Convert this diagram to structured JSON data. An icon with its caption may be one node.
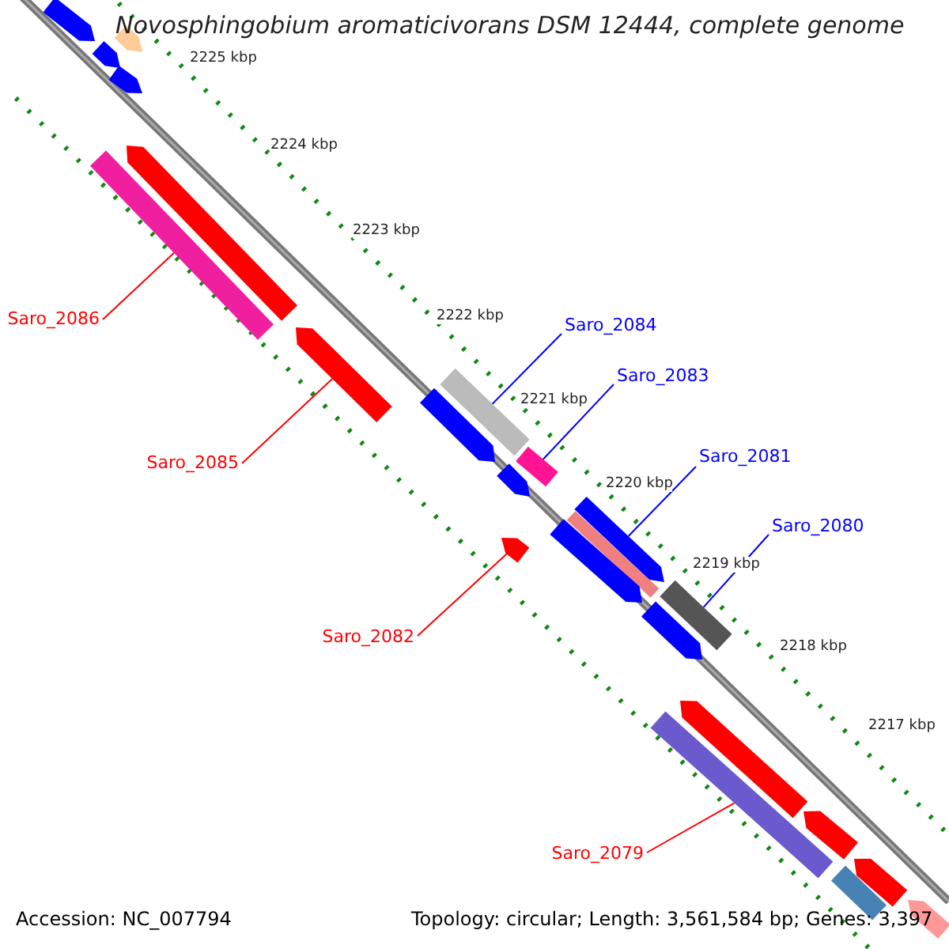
{
  "diagram": {
    "title": "Novosphingobium aromaticivorans DSM 12444, complete genome",
    "nodes": [
      {
        "text": [
          "Saro_2086"
        ]
      },
      {
        "text": [
          "Saro_2084"
        ]
      },
      {
        "text": [
          "Saro_2083"
        ]
      },
      {
        "text": [
          "Saro_2085"
        ]
      },
      {
        "text": [
          "Saro_2081"
        ]
      },
      {
        "text": [
          "Saro_2080"
        ]
      },
      {
        "text": [
          "Saro_2082"
        ]
      },
      {
        "text": [
          "Saro_2079"
        ]
      },
      {
        "text": [],
        "shape": "bar"
      },
      {
        "text": [],
        "shape": "bar"
      },
      {
        "text": [],
        "shape": "bar"
      },
      {
        "text": [],
        "shape": "arrow"
      },
      {
        "text": [],
        "shape": "arrow"
      },
      {
        "text": [],
        "shape": "bar"
      },
      {
        "text": [],
        "shape": "arrow"
      },
      {
        "text": [],
        "shape": "bar"
      },
      {
        "text": [],
        "shape": "arrow"
      },
      {
        "text": [],
        "shape": "arrow"
      },
      {
        "text": [],
        "shape": "arrow"
      },
      {
        "text": [],
        "shape": "arrow"
      },
      {
        "text": [],
        "shape": "arrow"
      },
      {
        "text": [],
        "shape": "arrow"
      },
      {
        "text": [],
        "shape": "arrow"
      },
      {
        "text": [],
        "shape": "bar"
      },
      {
        "text": [],
        "shape": "arrow"
      },
      {
        "text": [],
        "shape": "arrow"
      },
      {
        "text": [],
        "shape": "arrow"
      },
      {
        "text": [],
        "shape": "arrow"
      },
      {
        "text": [],
        "shape": "arrow"
      },
      {
        "text": [],
        "shape": "bar"
      },
      {
        "text": [],
        "shape": "arrow"
      }
    ],
    "edges": [
      {
        "from": 0,
        "to": 8,
        "arrow": "none",
        "color": "#ff0000"
      },
      {
        "from": 1,
        "to": 9,
        "arrow": "none",
        "color": "#0000ff"
      },
      {
        "from": 2,
        "to": 10,
        "arrow": "none",
        "color": "#0000ff"
      },
      {
        "from": 3,
        "to": 11,
        "arrow": "none",
        "color": "#ff0000"
      },
      {
        "from": 4,
        "to": 12,
        "arrow": "none",
        "color": "#0000ff"
      },
      {
        "from": 5,
        "to": 13,
        "arrow": "none",
        "color": "#0000ff"
      },
      {
        "from": 6,
        "to": 14,
        "arrow": "none",
        "color": "#ff0000"
      },
      {
        "from": 7,
        "to": 15,
        "arrow": "none",
        "color": "#ff0000"
      }
    ],
    "labels": [
      "2225 kbp",
      "2224 kbp",
      "2223 kbp",
      "2222 kbp",
      "2221 kbp",
      "2220 kbp",
      "2219 kbp",
      "2218 kbp",
      "2217 kbp",
      "Accession: NC_007794",
      "Topology: circular; Length: 3,561,584 bp; Genes: 3,397"
    ]
  }
}
